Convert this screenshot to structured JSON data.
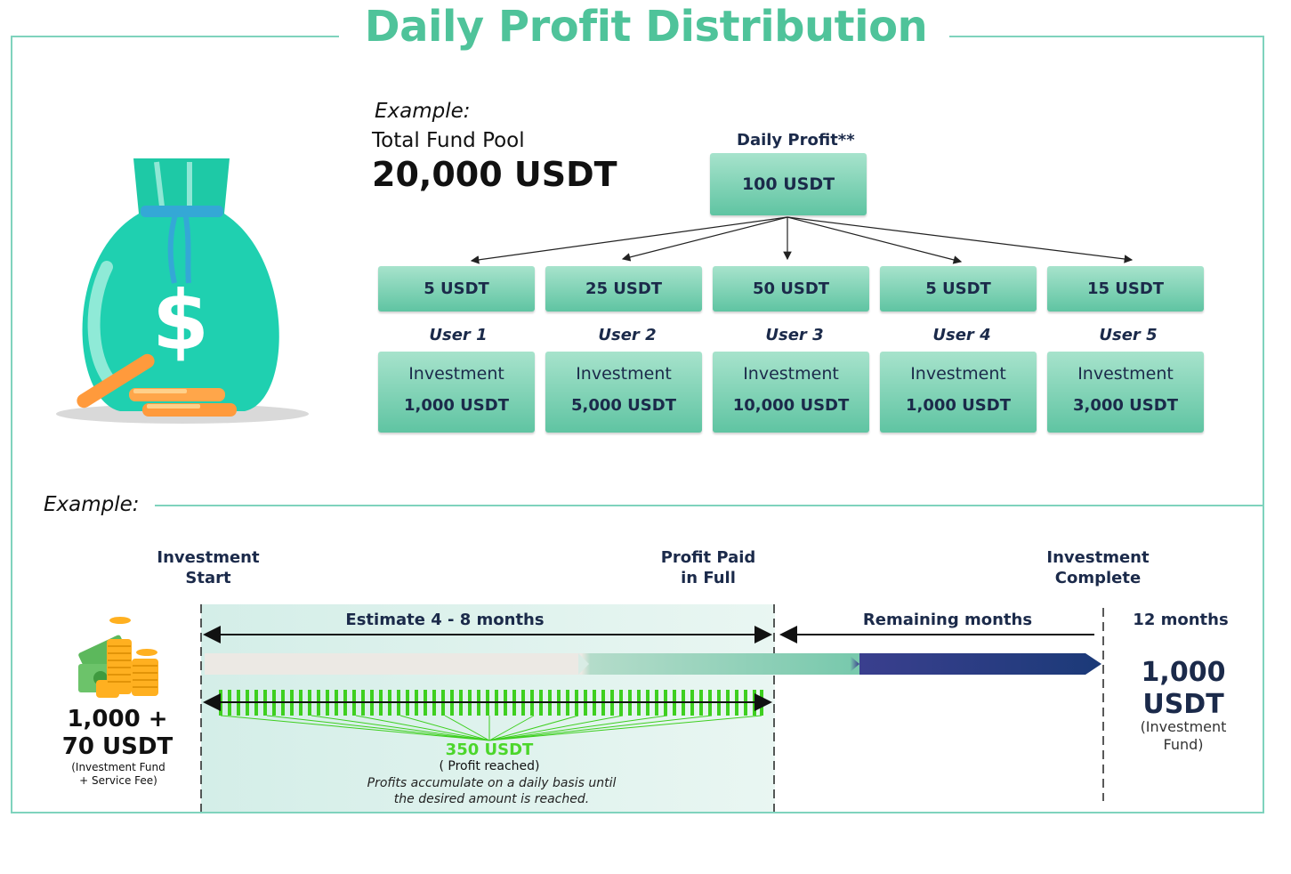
{
  "title": "Daily Profit Distribution",
  "top_example": {
    "example_label": "Example:",
    "pool_label": "Total Fund Pool",
    "pool_value": "20,000 USDT",
    "daily_profit_label": "Daily Profit**",
    "daily_profit_value": "100 USDT",
    "users": [
      {
        "share": "5 USDT",
        "name": "User 1",
        "investment_label": "Investment",
        "investment": "1,000 USDT"
      },
      {
        "share": "25 USDT",
        "name": "User 2",
        "investment_label": "Investment",
        "investment": "5,000 USDT"
      },
      {
        "share": "50 USDT",
        "name": "User 3",
        "investment_label": "Investment",
        "investment": "10,000 USDT"
      },
      {
        "share": "5 USDT",
        "name": "User 4",
        "investment_label": "Investment",
        "investment": "1,000 USDT"
      },
      {
        "share": "15 USDT",
        "name": "User 5",
        "investment_label": "Investment",
        "investment": "3,000 USDT"
      }
    ]
  },
  "timeline": {
    "example_label": "Example:",
    "start_label_1": "Investment",
    "start_label_2": "Start",
    "paid_label_1": "Profit Paid",
    "paid_label_2": "in Full",
    "complete_label_1": "Investment",
    "complete_label_2": "Complete",
    "estimate_span": "Estimate 4 - 8 months",
    "remaining_span": "Remaining months",
    "total_months": "12 months",
    "start_amount_1": "1,000 +",
    "start_amount_2": "70 USDT",
    "start_note_1": "(Investment Fund",
    "start_note_2": "+ Service Fee)",
    "end_amount_1": "1,000",
    "end_amount_2": "USDT",
    "end_note_1": "(Investment",
    "end_note_2": "Fund)",
    "profit_amount": "350 USDT",
    "profit_reached": "( Profit reached)",
    "profit_desc_1": "Profits accumulate on a daily basis until",
    "profit_desc_2": "the desired amount is reached."
  },
  "colors": {
    "title": "#4fc39a",
    "box": "#7dd0b3",
    "navy": "#1b2a4a",
    "profit_green": "#4cd62b"
  },
  "icons": [
    "money-bag-icon",
    "coins-icon",
    "cash-stack-icon"
  ]
}
